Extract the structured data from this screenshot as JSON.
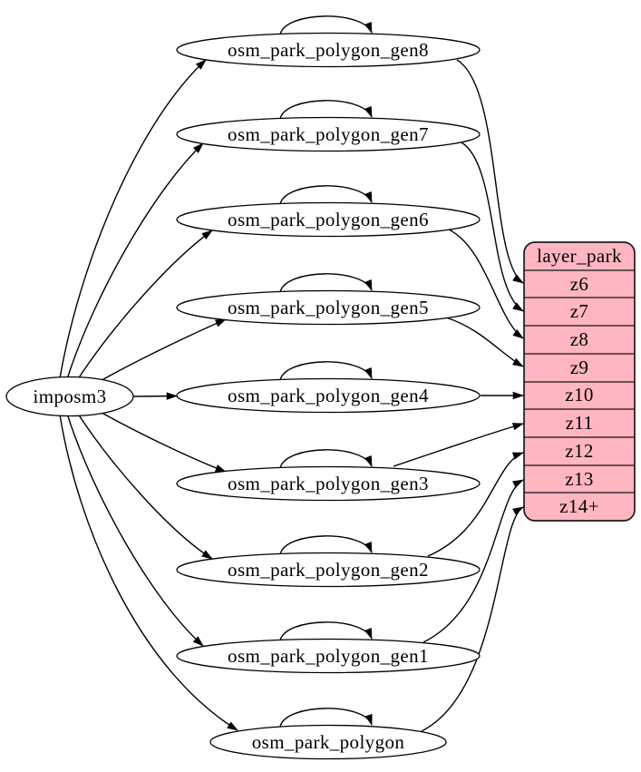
{
  "nodes": {
    "source": {
      "label": "imposm3"
    },
    "ellipses": [
      {
        "id": "gen8",
        "label": "osm_park_polygon_gen8"
      },
      {
        "id": "gen7",
        "label": "osm_park_polygon_gen7"
      },
      {
        "id": "gen6",
        "label": "osm_park_polygon_gen6"
      },
      {
        "id": "gen5",
        "label": "osm_park_polygon_gen5"
      },
      {
        "id": "gen4",
        "label": "osm_park_polygon_gen4"
      },
      {
        "id": "gen3",
        "label": "osm_park_polygon_gen3"
      },
      {
        "id": "gen2",
        "label": "osm_park_polygon_gen2"
      },
      {
        "id": "gen1",
        "label": "osm_park_polygon_gen1"
      },
      {
        "id": "polygon",
        "label": "osm_park_polygon"
      }
    ]
  },
  "table": {
    "header": "layer_park",
    "rows": [
      "z6",
      "z7",
      "z8",
      "z9",
      "z10",
      "z11",
      "z12",
      "z13",
      "z14+"
    ],
    "fill_color": "#ffb6c1",
    "border_color": "#1c1c1c"
  },
  "edges": {
    "from_source": [
      "osm_park_polygon_gen8",
      "osm_park_polygon_gen7",
      "osm_park_polygon_gen6",
      "osm_park_polygon_gen5",
      "osm_park_polygon_gen4",
      "osm_park_polygon_gen3",
      "osm_park_polygon_gen2",
      "osm_park_polygon_gen1",
      "osm_park_polygon"
    ],
    "self_loops": [
      "osm_park_polygon_gen8",
      "osm_park_polygon_gen7",
      "osm_park_polygon_gen6",
      "osm_park_polygon_gen5",
      "osm_park_polygon_gen4",
      "osm_park_polygon_gen3",
      "osm_park_polygon_gen2",
      "osm_park_polygon_gen1",
      "osm_park_polygon"
    ],
    "to_table_rows": [
      {
        "from": "osm_park_polygon_gen8",
        "row": "z6"
      },
      {
        "from": "osm_park_polygon_gen7",
        "row": "z7"
      },
      {
        "from": "osm_park_polygon_gen6",
        "row": "z8"
      },
      {
        "from": "osm_park_polygon_gen5",
        "row": "z9"
      },
      {
        "from": "osm_park_polygon_gen4",
        "row": "z10"
      },
      {
        "from": "osm_park_polygon_gen3",
        "row": "z11"
      },
      {
        "from": "osm_park_polygon_gen2",
        "row": "z12"
      },
      {
        "from": "osm_park_polygon_gen1",
        "row": "z13"
      },
      {
        "from": "osm_park_polygon",
        "row": "z14+"
      }
    ]
  },
  "colors": {
    "edge": "#000000",
    "node_fill": "#ffffff",
    "background": "#ffffff"
  }
}
